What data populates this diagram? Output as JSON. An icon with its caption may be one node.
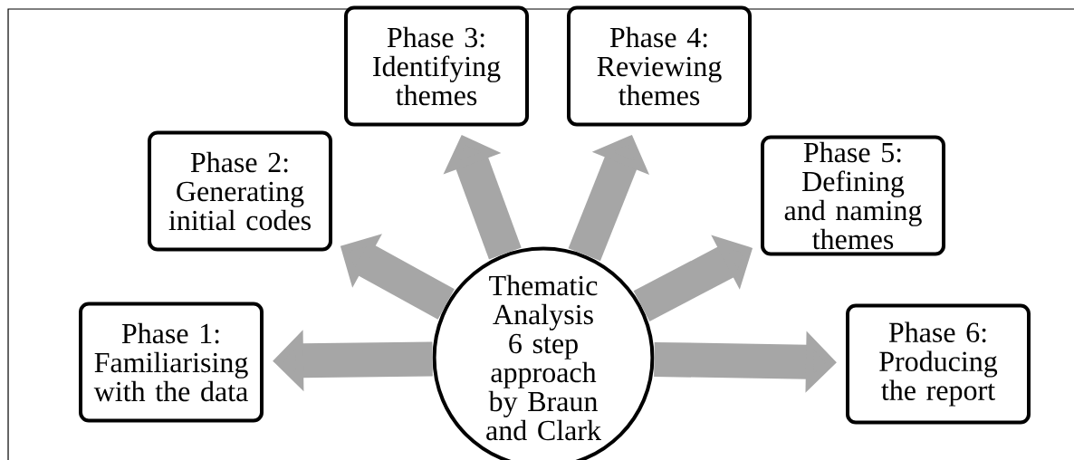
{
  "diagram": {
    "nodes": [
      {
        "text": [
          "Phase 1: Familiarising with the data"
        ]
      },
      {
        "text": [
          "Phase 2: Generating initial codes"
        ]
      },
      {
        "text": [
          "Phase 3: Identifying themes"
        ]
      },
      {
        "text": [
          "Phase 4: Reviewing themes"
        ]
      },
      {
        "text": [
          "Phase 5: Defining and naming themes"
        ]
      },
      {
        "text": [
          "Phase 6: Producing the report"
        ]
      },
      {
        "text": [
          "Thematic Analysis 6 step approach by Braun and Clark"
        ]
      }
    ],
    "edges": [
      {
        "from": 6,
        "to": 0,
        "arrow": "to"
      },
      {
        "from": 6,
        "to": 1,
        "arrow": "to"
      },
      {
        "from": 6,
        "to": 2,
        "arrow": "to"
      },
      {
        "from": 6,
        "to": 3,
        "arrow": "to"
      },
      {
        "from": 6,
        "to": 4,
        "arrow": "to"
      },
      {
        "from": 6,
        "to": 5,
        "arrow": "to"
      }
    ]
  }
}
